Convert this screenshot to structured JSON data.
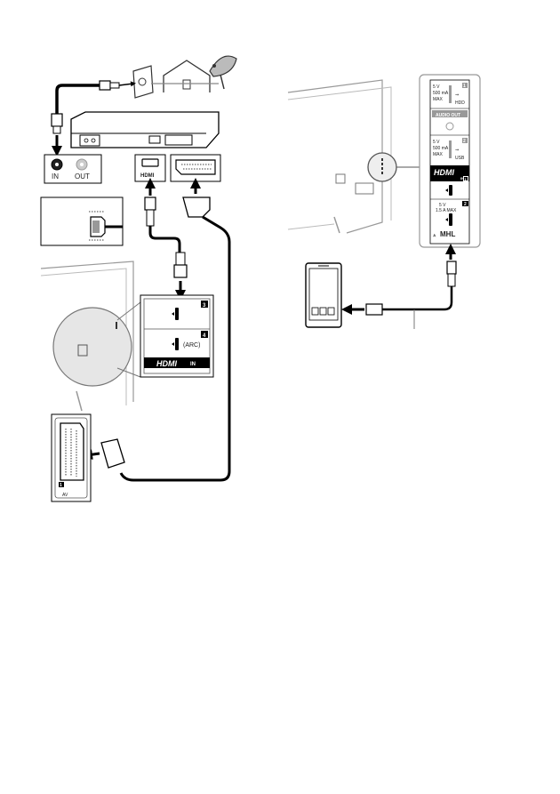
{
  "left": {
    "antenna_port_in": "IN",
    "antenna_port_out": "OUT",
    "hdmi_logo": "HDMI",
    "hdmi_port_3": "3",
    "hdmi_port_4": "4",
    "hdmi_arc": "(ARC)",
    "hdmi_panel_logo": "HDMI",
    "hdmi_panel_in": "IN",
    "scart_port_num": "1",
    "scart_label": "AV"
  },
  "right": {
    "usb1_spec_v": "5 V",
    "usb1_spec_ma": "500 mA",
    "usb1_spec_max": "MAX",
    "usb1_num": "1",
    "usb1_hdd": "HDD",
    "audio_out": "AUDIO OUT",
    "usb2_spec_v": "5 V",
    "usb2_spec_ma": "500 mA",
    "usb2_spec_max": "MAX",
    "usb2_num": "2",
    "usb2_hdd": "USB",
    "hdmi_logo": "HDMI",
    "hdmi_in": "IN",
    "hdmi_port_1": "1",
    "hdmi_port_2": "2",
    "mhl_spec_v": "5 V",
    "mhl_spec_a": "1.5 A MAX",
    "mhl_logo": "MHL"
  }
}
